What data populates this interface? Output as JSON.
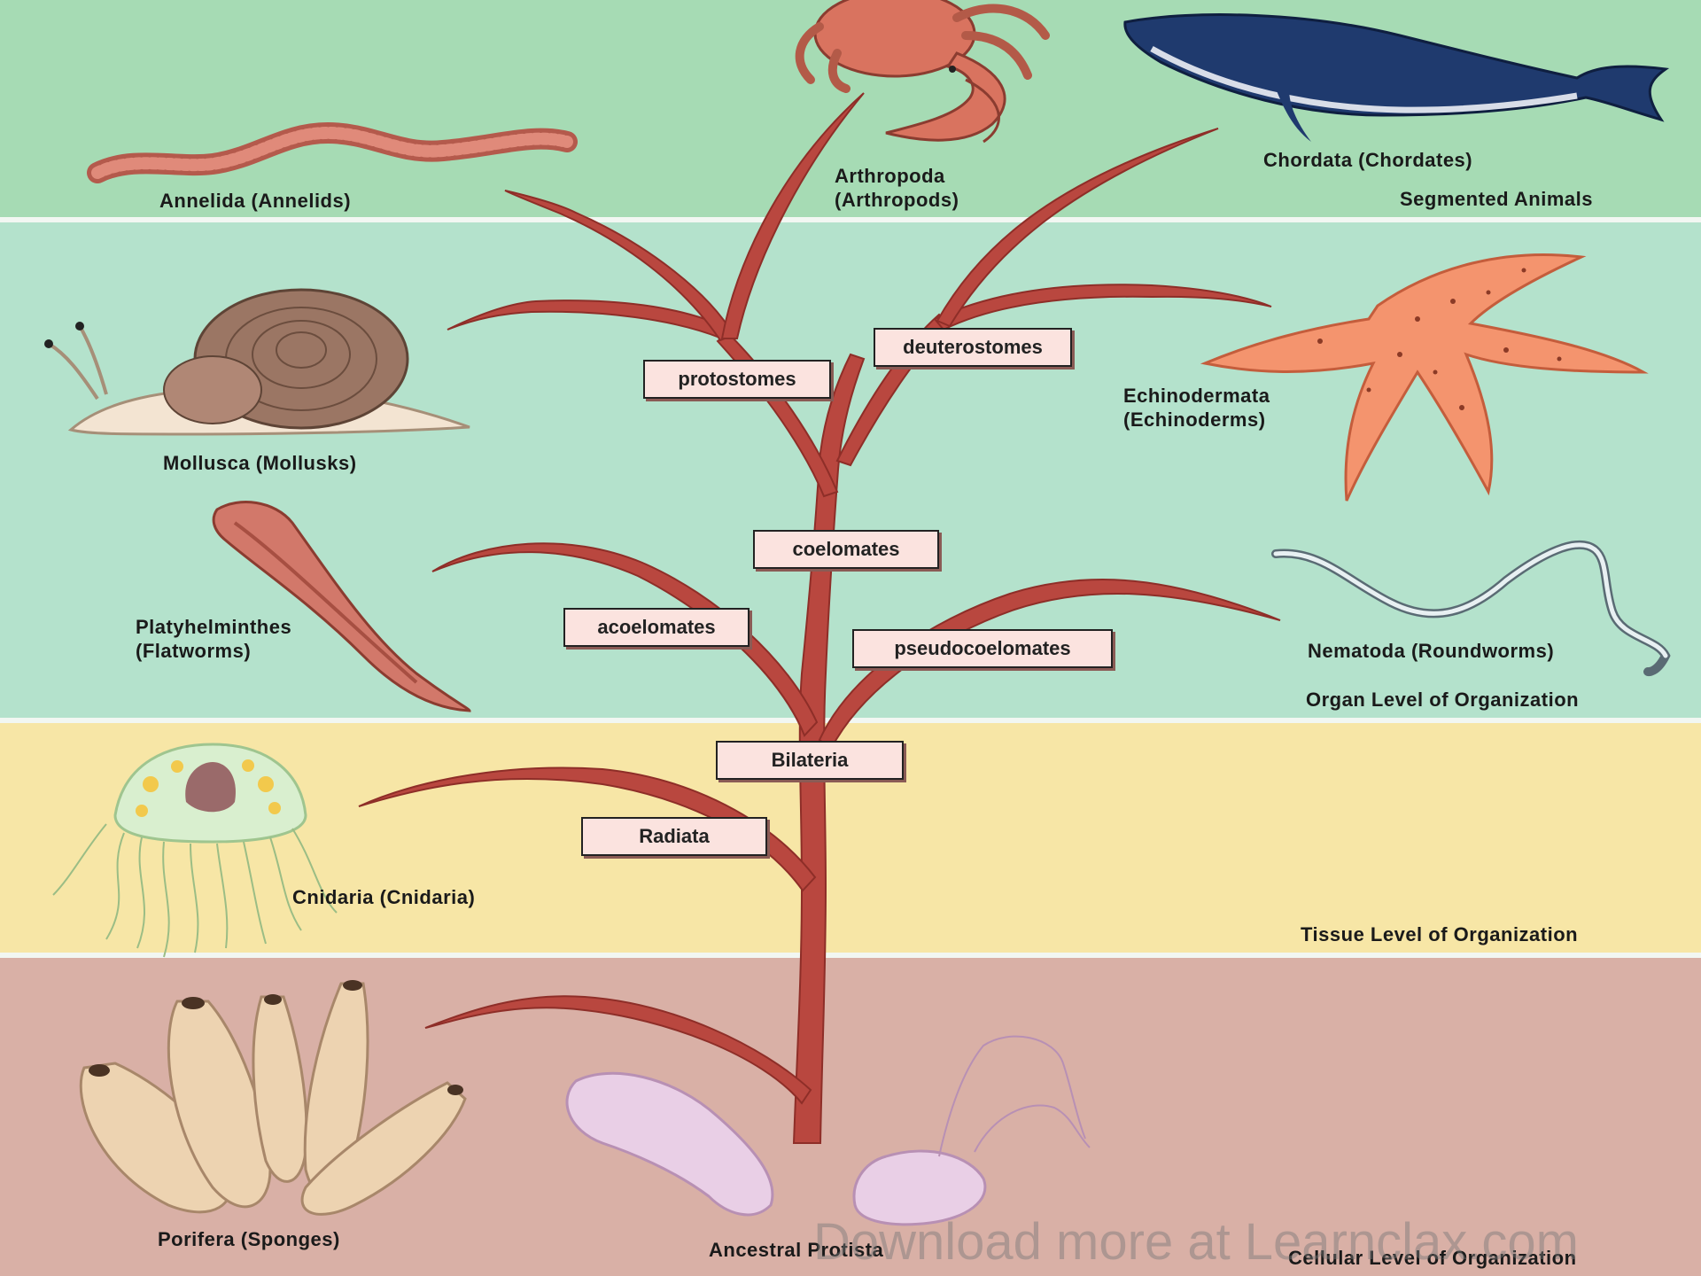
{
  "colors": {
    "segmented_band": "#a6dbb4",
    "organ_band": "#b4e2cc",
    "tissue_band": "#f7e6a6",
    "cellular_band": "#d9b0a6",
    "branch": "#b9473f",
    "label_box": "#fbe3df"
  },
  "levels": {
    "segmented": "Segmented Animals",
    "organ": "Organ Level of Organization",
    "tissue": "Tissue Level of Organization",
    "cellular": "Cellular Level of Organization"
  },
  "clades": {
    "protostomes": "protostomes",
    "deuterostomes": "deuterostomes",
    "coelomates": "coelomates",
    "acoelomates": "acoelomates",
    "pseudocoelomates": "pseudocoelomates",
    "bilateria": "Bilateria",
    "radiata": "Radiata"
  },
  "phyla": {
    "annelida": "Annelida (Annelids)",
    "arthropoda": "Arthropoda\n(Arthropods)",
    "chordata": "Chordata (Chordates)",
    "mollusca": "Mollusca (Mollusks)",
    "echinodermata": "Echinodermata\n(Echinoderms)",
    "platyhelminthes": "Platyhelminthes\n(Flatworms)",
    "nematoda": "Nematoda (Roundworms)",
    "cnidaria": "Cnidaria (Cnidaria)",
    "porifera": "Porifera (Sponges)",
    "protista": "Ancestral Protista"
  },
  "watermark": "Download more at Learnclax.com"
}
